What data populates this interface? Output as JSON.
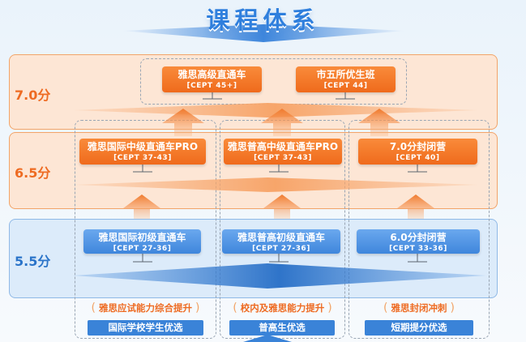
{
  "title": "课程体系",
  "tiers": [
    {
      "label": "7.0分"
    },
    {
      "label": "6.5分"
    },
    {
      "label": "5.5分"
    }
  ],
  "courses": {
    "top_left": {
      "name": "雅思高级直通车",
      "code": "[CEPT 45+]"
    },
    "top_right": {
      "name": "市五所优生班",
      "code": "[CEPT 44]"
    },
    "mid_left": {
      "name": "雅思国际中级直通车PRO",
      "code": "[CEPT 37-43]"
    },
    "mid_center": {
      "name": "雅思普高中级直通车PRO",
      "code": "[CEPT 37-43]"
    },
    "mid_right": {
      "name": "7.0分封闭营",
      "code": "[CEPT 40]"
    },
    "low_left": {
      "name": "雅思国际初级直通车",
      "code": "[CEPT 27-36]"
    },
    "low_center": {
      "name": "雅思普高初级直通车",
      "code": "[CEPT 27-36]"
    },
    "low_right": {
      "name": "6.0分封闭营",
      "code": "[CEPT 33-36]"
    }
  },
  "tracks": [
    {
      "feature": "雅思应试能力综合提升",
      "target": "国际学校学生优选"
    },
    {
      "feature": "校内及雅思能力提升",
      "target": "普高生优选"
    },
    {
      "feature": "雅思封闭冲刺",
      "target": "短期提分优选"
    }
  ],
  "colors": {
    "orange": "#ef6a1c",
    "blue": "#3f86dc",
    "title": "#2f7fdd"
  }
}
